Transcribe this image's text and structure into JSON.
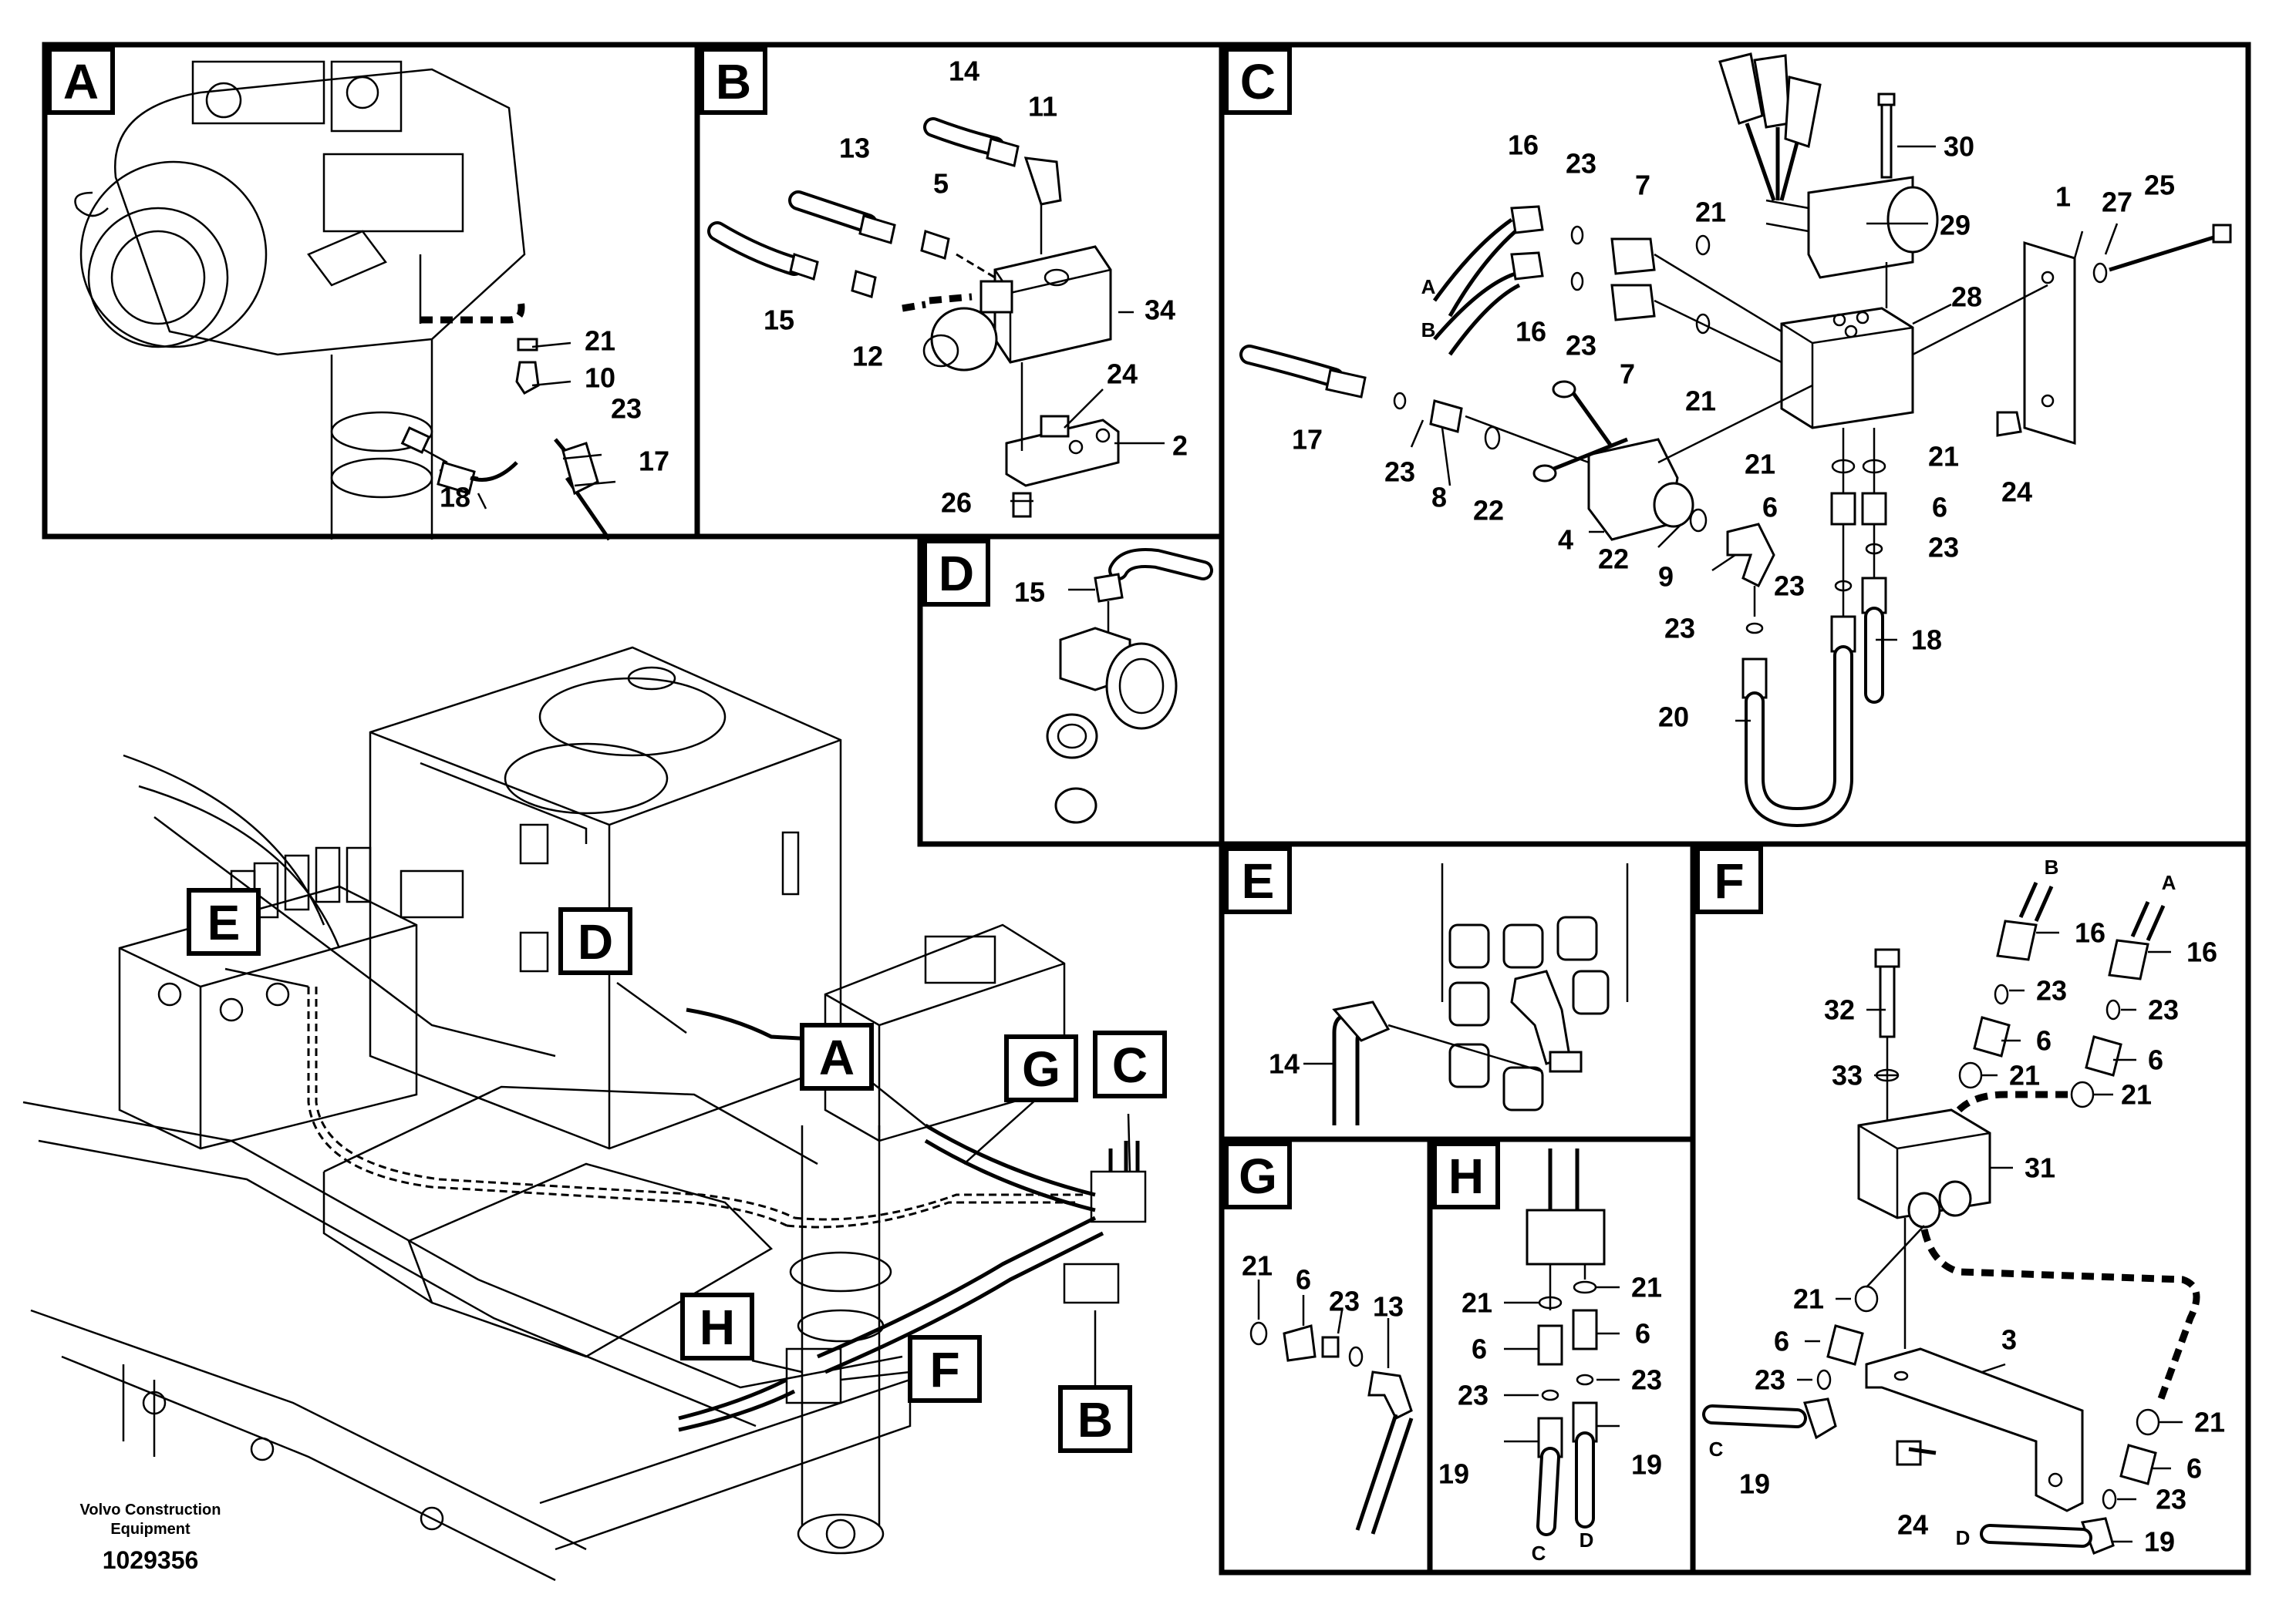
{
  "panels": [
    {
      "id": "A",
      "label": "A"
    },
    {
      "id": "B",
      "label": "B"
    },
    {
      "id": "C",
      "label": "C"
    },
    {
      "id": "D",
      "label": "D"
    },
    {
      "id": "E",
      "label": "E"
    },
    {
      "id": "F",
      "label": "F"
    },
    {
      "id": "G",
      "label": "G"
    },
    {
      "id": "H",
      "label": "H"
    }
  ],
  "overview_callouts": [
    "E",
    "D",
    "A",
    "G",
    "C",
    "H",
    "F",
    "B"
  ],
  "part_numbers": {
    "A": [
      "21",
      "10",
      "23",
      "17",
      "18"
    ],
    "B": [
      "14",
      "11",
      "13",
      "5",
      "15",
      "12",
      "34",
      "24",
      "2",
      "26"
    ],
    "C": [
      "16",
      "23",
      "7",
      "21",
      "A",
      "B",
      "16",
      "23",
      "7",
      "21",
      "30",
      "29",
      "1",
      "27",
      "25",
      "28",
      "17",
      "23",
      "8",
      "22",
      "4",
      "22",
      "9",
      "21",
      "21",
      "6",
      "6",
      "23",
      "23",
      "23",
      "18",
      "20",
      "24"
    ],
    "D": [
      "15"
    ],
    "E": [
      "14"
    ],
    "F": [
      "B",
      "16",
      "A",
      "16",
      "23",
      "23",
      "32",
      "6",
      "6",
      "21",
      "21",
      "33",
      "31",
      "21",
      "3",
      "6",
      "23",
      "C",
      "21",
      "19",
      "6",
      "23",
      "24",
      "D",
      "19"
    ],
    "G": [
      "21",
      "6",
      "23",
      "13"
    ],
    "H": [
      "21",
      "21",
      "6",
      "6",
      "23",
      "23",
      "19",
      "19",
      "C",
      "D"
    ]
  },
  "maker": [
    "Volvo Construction",
    "Equipment"
  ],
  "doc_number": "1029356"
}
